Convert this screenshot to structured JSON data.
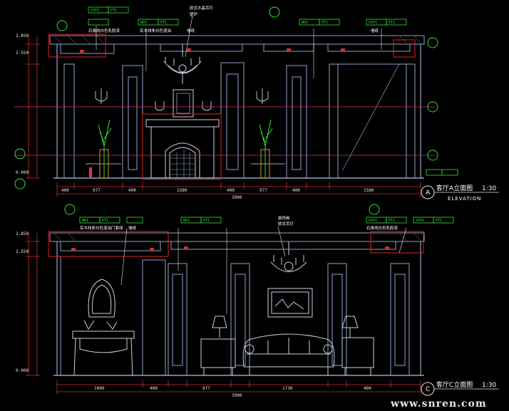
{
  "colors": {
    "background": "#000000",
    "wall": "#8fa3c8",
    "dim_line": "#c83232",
    "level_line": "#e6287a",
    "tag_box": "#35e035",
    "callout": "#e6e6e6"
  },
  "elevation_a": {
    "title": "客厅A立面图",
    "scale": "1:30",
    "subtitle": "ELEVATION",
    "marker": "A",
    "tags": [
      {
        "code": "GYP1",
        "finish": "PT1"
      },
      {
        "code": "WD1",
        "finish": "PT1"
      },
      {
        "code": "WD1",
        "finish": "PT1"
      },
      {
        "code": "GYP1",
        "finish": "PT1"
      }
    ],
    "callouts": [
      "石膏线白色乳胶漆",
      "实木线条白色混油",
      "墙纸",
      "欧式水晶吊灯",
      "壁炉",
      "墙纸"
    ],
    "dimensions": [
      "400",
      "977",
      "400",
      "1580",
      "400",
      "977",
      "400",
      "1580",
      "3900"
    ],
    "levels": [
      "2.850",
      "2.550",
      "0.000"
    ]
  },
  "elevation_c": {
    "title": "客厅C立面图",
    "scale": "1:30",
    "marker": "C",
    "tags": [
      {
        "code": "WD1",
        "finish": "PT1"
      },
      {
        "code": "WD1",
        "finish": "PT1"
      },
      {
        "code": "GYP1",
        "finish": "PT1"
      },
      {
        "code": "GYP1",
        "finish": "PT1"
      }
    ],
    "callouts": [
      "实木线条白色混油门套线",
      "墙纸",
      "装饰画",
      "欧式吊灯",
      "石膏线白色乳胶漆"
    ],
    "dimensions": [
      "1000",
      "400",
      "977",
      "1730",
      "400",
      "3900"
    ],
    "levels": [
      "2.850",
      "2.550",
      "0.000"
    ]
  },
  "watermark": "www.snren.com"
}
